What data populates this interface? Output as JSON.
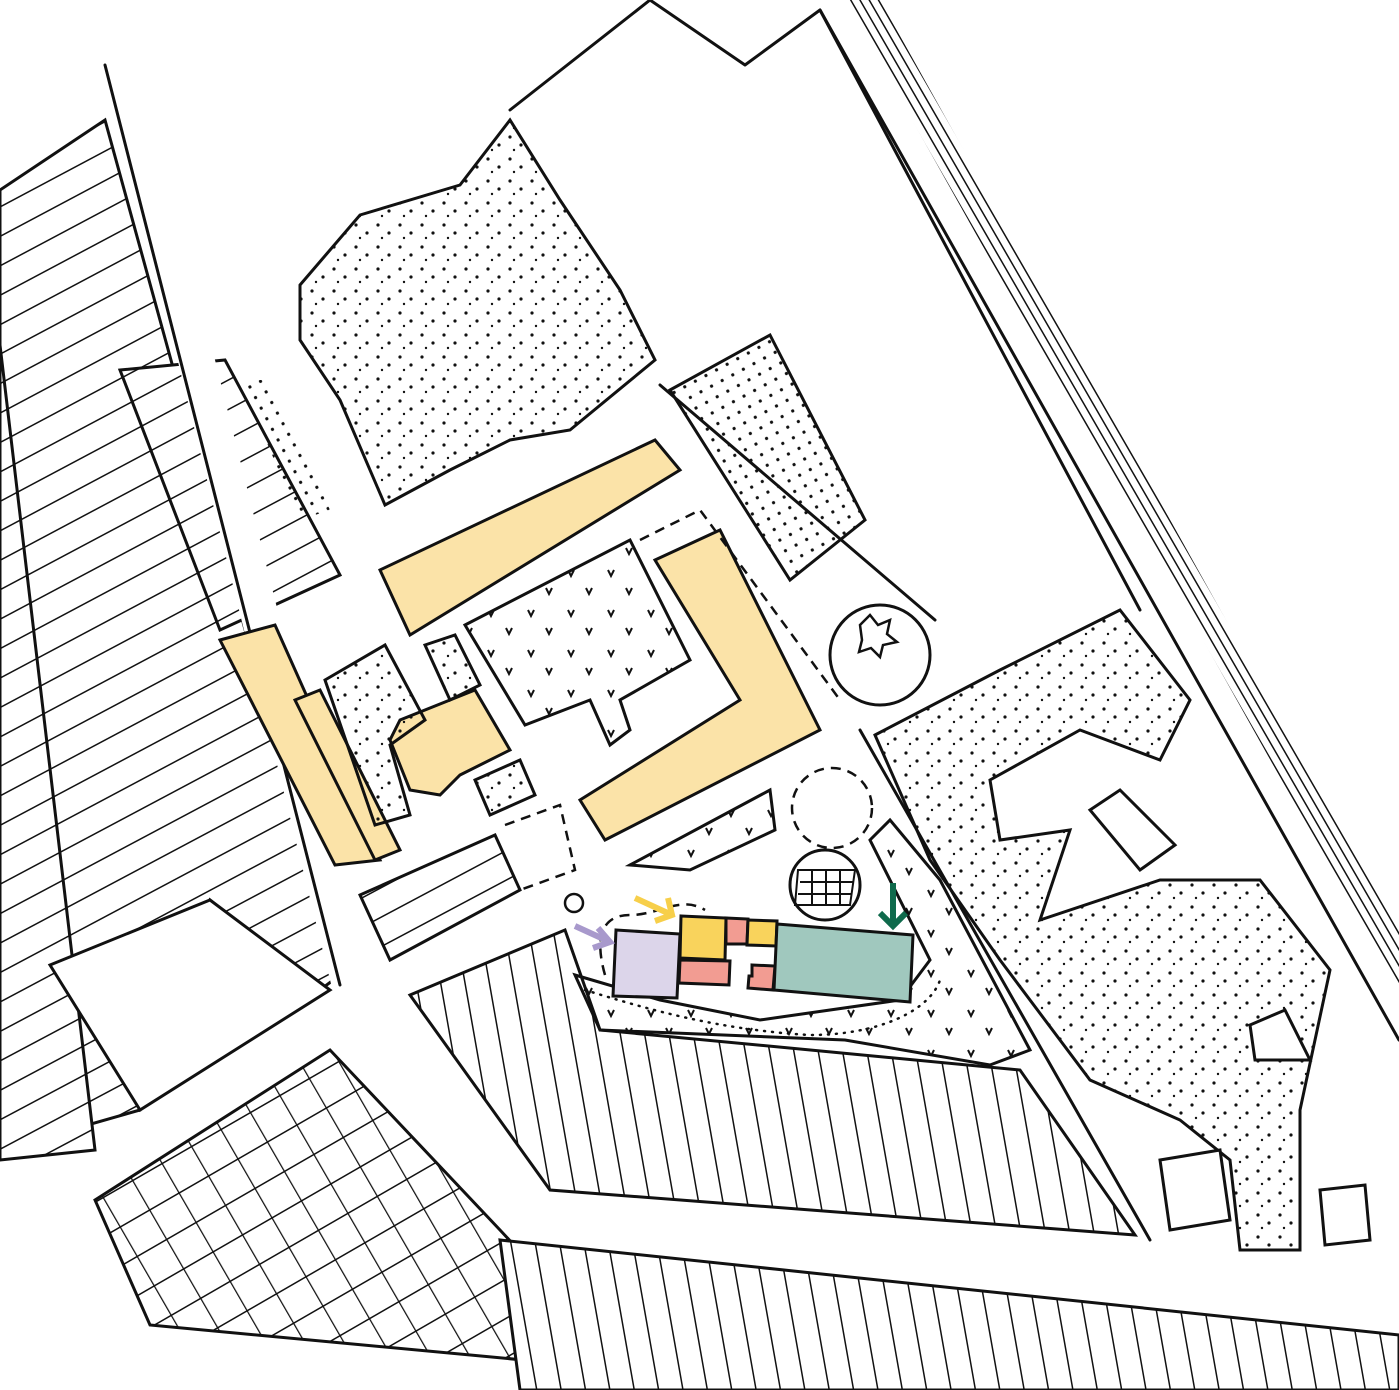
{
  "map": {
    "colors": {
      "existing_building": "#fbe3a8",
      "unit_yellow": "#f9d35c",
      "unit_salmon": "#f29c92",
      "unit_mint": "#a0c8be",
      "unit_lavender": "#dcd5ea",
      "arrow_purple": "#a899cc",
      "arrow_yellow": "#f7cf4a",
      "arrow_green": "#0f6a4c",
      "line": "#111111"
    },
    "icons": [
      "tree-cluster",
      "parcel-hatching",
      "railway",
      "entrance-arrow",
      "tennis-court",
      "orchard-rows"
    ]
  }
}
